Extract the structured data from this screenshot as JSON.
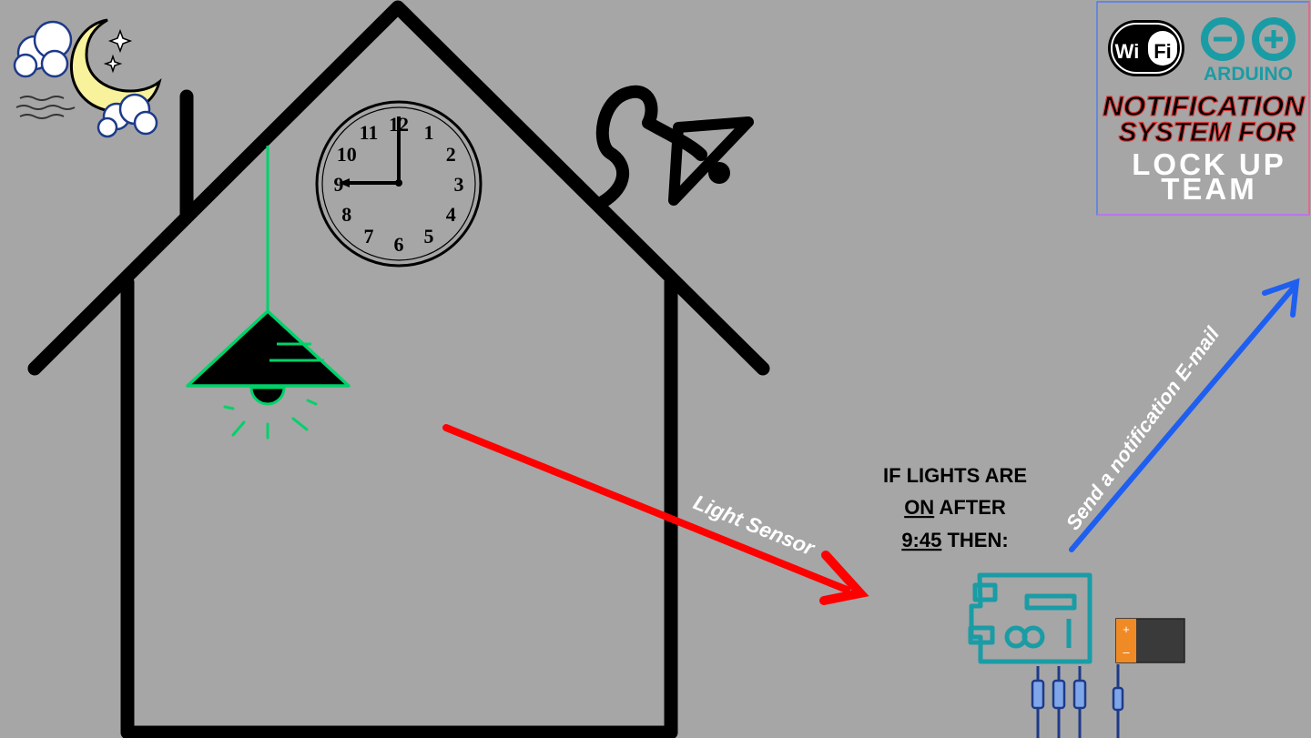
{
  "colors": {
    "background": "#a6a6a6",
    "house_outline": "#000000",
    "lamp_accent": "#00d26a",
    "light_sensor_arrow": "#ff0000",
    "email_arrow": "#1f5ff0",
    "arduino_teal": "#1a9ca5",
    "moon": "#f7f29b",
    "battery_orange": "#f08a24",
    "title_red": "#e03a3a"
  },
  "clock": {
    "numerals": [
      "12",
      "1",
      "2",
      "3",
      "4",
      "5",
      "6",
      "7",
      "8",
      "9",
      "10",
      "11"
    ],
    "time_shown": "9:00"
  },
  "title_panel": {
    "wifi_logo": [
      "Wi",
      "Fi"
    ],
    "arduino_logo_text": "ARDUINO",
    "heading_line1": "NOTIFICATION",
    "heading_line2_a": "SYSTEM",
    "heading_line2_b": "FOR",
    "heading_line3": "LOCK UP",
    "heading_line4": "TEAM"
  },
  "arrows": {
    "sensor_label": "Light Sensor",
    "email_label": "Send a notification E-mail"
  },
  "condition": {
    "line1": "IF LIGHTS ARE",
    "line2_emph": "ON",
    "line2_rest": " AFTER",
    "line3_emph": "9:45",
    "line3_rest": " THEN:"
  },
  "icons": {
    "night": "moon-clouds-icon",
    "lamp": "hanging-lamp-icon",
    "clock": "wall-clock-icon",
    "wall_light": "wall-lamp-icon",
    "board": "arduino-board-icon",
    "battery": "battery-icon",
    "cables": "rca-cable-icon"
  }
}
